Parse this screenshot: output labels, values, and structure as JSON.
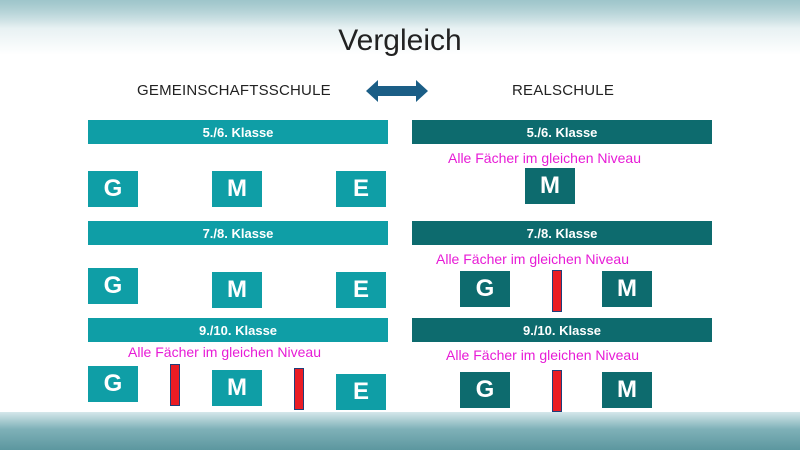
{
  "slide": {
    "title": "Vergleich",
    "left_heading": "GEMEINSCHAFTSSCHULE",
    "right_heading": "REALSCHULE",
    "colors": {
      "left_teal": "#0f9ea6",
      "right_teal": "#0d6b6e",
      "niveau_text": "#e71bd6",
      "divider_red": "#ea1c24",
      "arrow": "#1b5e86"
    },
    "icons": [
      "double-arrow-icon"
    ]
  },
  "left": {
    "grade_5_6": {
      "label": "5./6. Klasse",
      "g": "G",
      "m": "M",
      "e": "E"
    },
    "grade_7_8": {
      "label": "7./8. Klasse",
      "g": "G",
      "m": "M",
      "e": "E"
    },
    "grade_9_10": {
      "label": "9./10. Klasse",
      "niveau": "Alle Fächer im gleichen Niveau",
      "g": "G",
      "m": "M",
      "e": "E"
    }
  },
  "right": {
    "grade_5_6": {
      "label": "5./6. Klasse",
      "niveau": "Alle Fächer im gleichen Niveau",
      "m": "M"
    },
    "grade_7_8": {
      "label": "7./8. Klasse",
      "niveau": "Alle Fächer im gleichen Niveau",
      "g": "G",
      "m": "M"
    },
    "grade_9_10": {
      "label": "9./10. Klasse",
      "niveau": "Alle Fächer im gleichen Niveau",
      "g": "G",
      "m": "M"
    }
  }
}
